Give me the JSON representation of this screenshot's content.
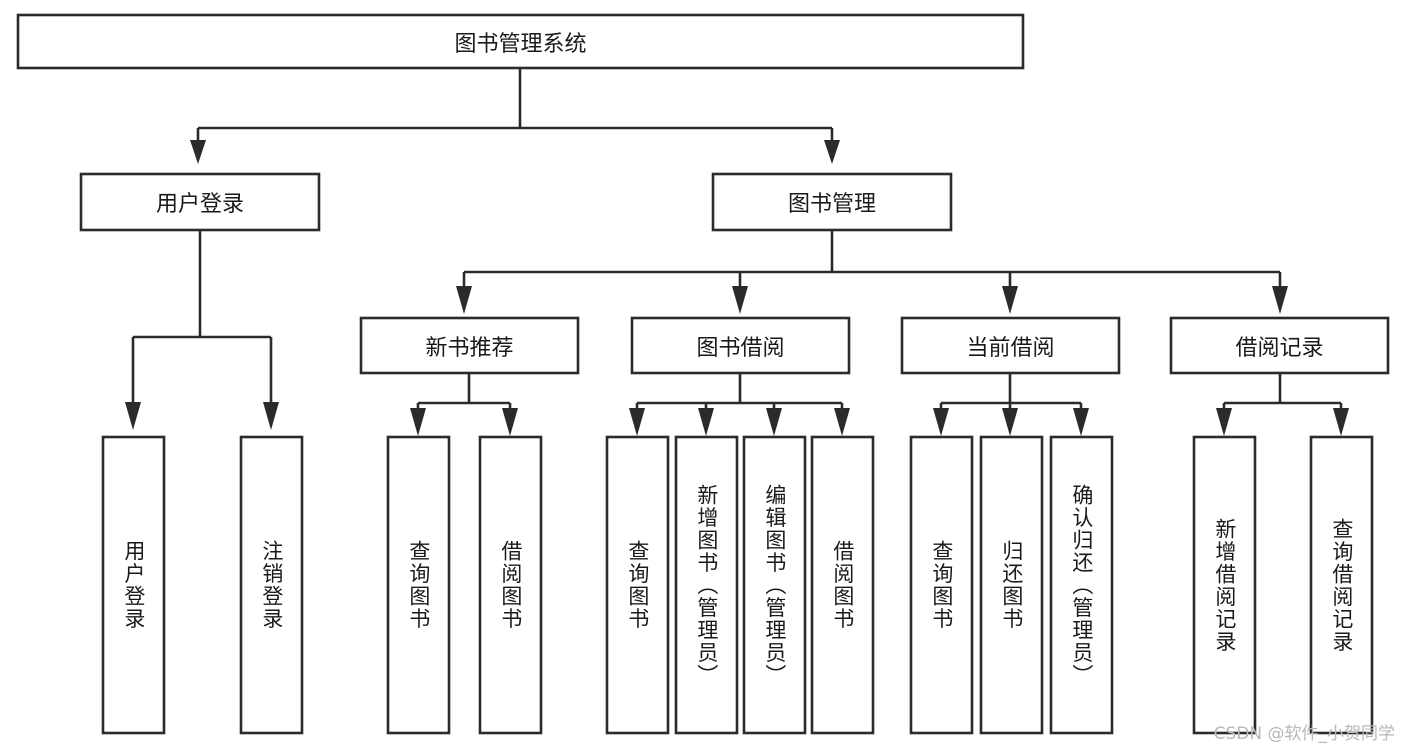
{
  "diagram": {
    "type": "tree",
    "title": "图书管理系统",
    "watermark": "CSDN @软件_小贺同学",
    "colors": {
      "stroke": "#2b2b2b",
      "fill": "#ffffff",
      "text": "#1a1a1a",
      "watermark": "#b8b8b8",
      "background": "#ffffff"
    },
    "root": {
      "label": "图书管理系统"
    },
    "level2": [
      {
        "label": "用户登录"
      },
      {
        "label": "图书管理"
      }
    ],
    "level3": [
      {
        "label": "新书推荐"
      },
      {
        "label": "图书借阅"
      },
      {
        "label": "当前借阅"
      },
      {
        "label": "借阅记录"
      }
    ],
    "leaves": {
      "user_login": [
        {
          "label": "用户登录"
        },
        {
          "label": "注销登录"
        }
      ],
      "new_book_recommend": [
        {
          "label": "查询图书"
        },
        {
          "label": "借阅图书"
        }
      ],
      "book_borrow": [
        {
          "label": "查询图书"
        },
        {
          "label": "新增图书（管理员）"
        },
        {
          "label": "编辑图书（管理员）"
        },
        {
          "label": "借阅图书"
        }
      ],
      "current_borrow": [
        {
          "label": "查询图书"
        },
        {
          "label": "归还图书"
        },
        {
          "label": "确认归还（管理员）"
        }
      ],
      "borrow_record": [
        {
          "label": "新增借阅记录"
        },
        {
          "label": "查询借阅记录"
        }
      ]
    }
  }
}
